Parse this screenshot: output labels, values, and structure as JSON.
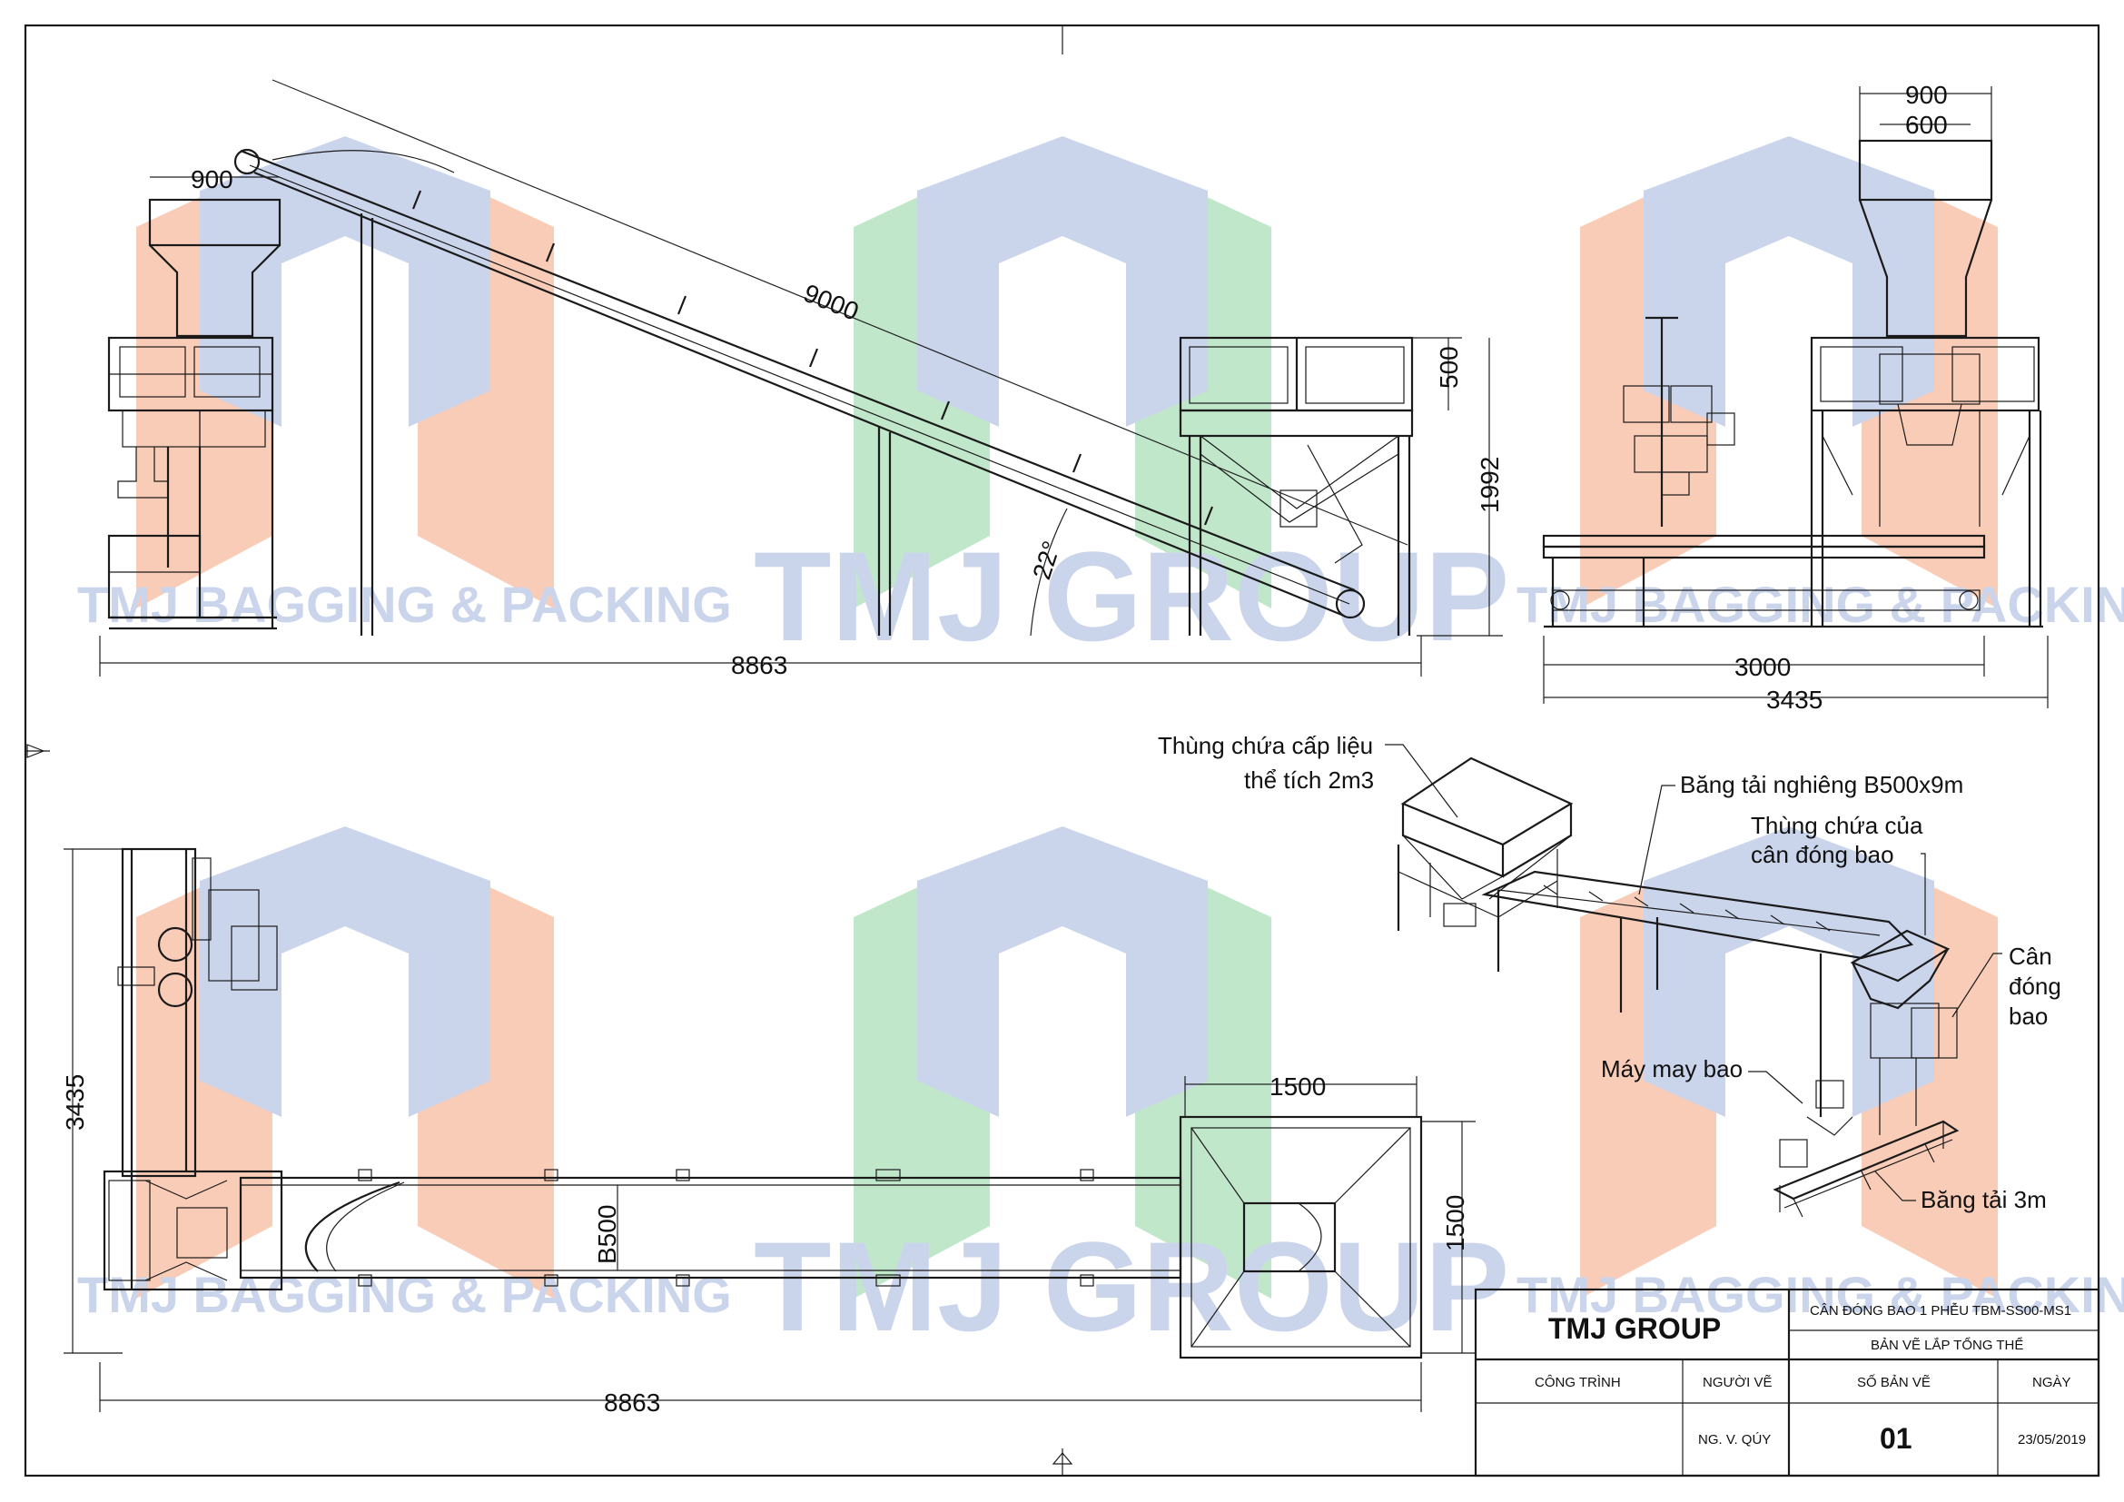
{
  "watermark": {
    "brand": "TMJ GROUP",
    "tagline": "TMJ BAGGING & PACKING",
    "colors": {
      "green": "#8fd4a1",
      "blue": "#9fb3dd",
      "orange": "#f4a27c"
    }
  },
  "dimensions": {
    "side_hopper_width": "900",
    "conveyor_length": "9000",
    "conveyor_angle": "22°",
    "side_total_length": "8863",
    "feed_hopper_height": "500",
    "feed_total_height": "1992",
    "end_top_width": "900",
    "end_inner_width": "600",
    "end_conveyor_width": "3000",
    "end_total_width": "3435",
    "plan_height": "3435",
    "plan_hopper_width": "1500",
    "plan_hopper_depth": "1500",
    "plan_belt_width": "B500",
    "plan_total_length": "8863"
  },
  "callouts": {
    "feed_hopper_line1": "Thùng chứa cấp liệu",
    "feed_hopper_line2": "thể tích 2m3",
    "incline_conveyor": "Băng tải nghiêng B500x9m",
    "scale_hopper_line1": "Thùng chứa của",
    "scale_hopper_line2": "cân đóng bao",
    "bagging_scale_line1": "Cân",
    "bagging_scale_line2": "đóng",
    "bagging_scale_line3": "bao",
    "sewing_machine": "Máy may bao",
    "belt_3m": "Băng tải 3m"
  },
  "title_block": {
    "company": "TMJ GROUP",
    "product": "CÂN ĐÓNG BAO 1 PHỄU TBM-SS00-MS1",
    "drawing_type": "BẢN VẼ LẮP TỔNG THỂ",
    "project_label": "CÔNG TRÌNH",
    "drawer_label": "NGƯỜI VẼ",
    "drawing_no_label": "SỐ BẢN VẼ",
    "date_label": "NGÀY",
    "drawer": "NG. V. QÚY",
    "drawing_no": "01",
    "date": "23/05/2019"
  }
}
